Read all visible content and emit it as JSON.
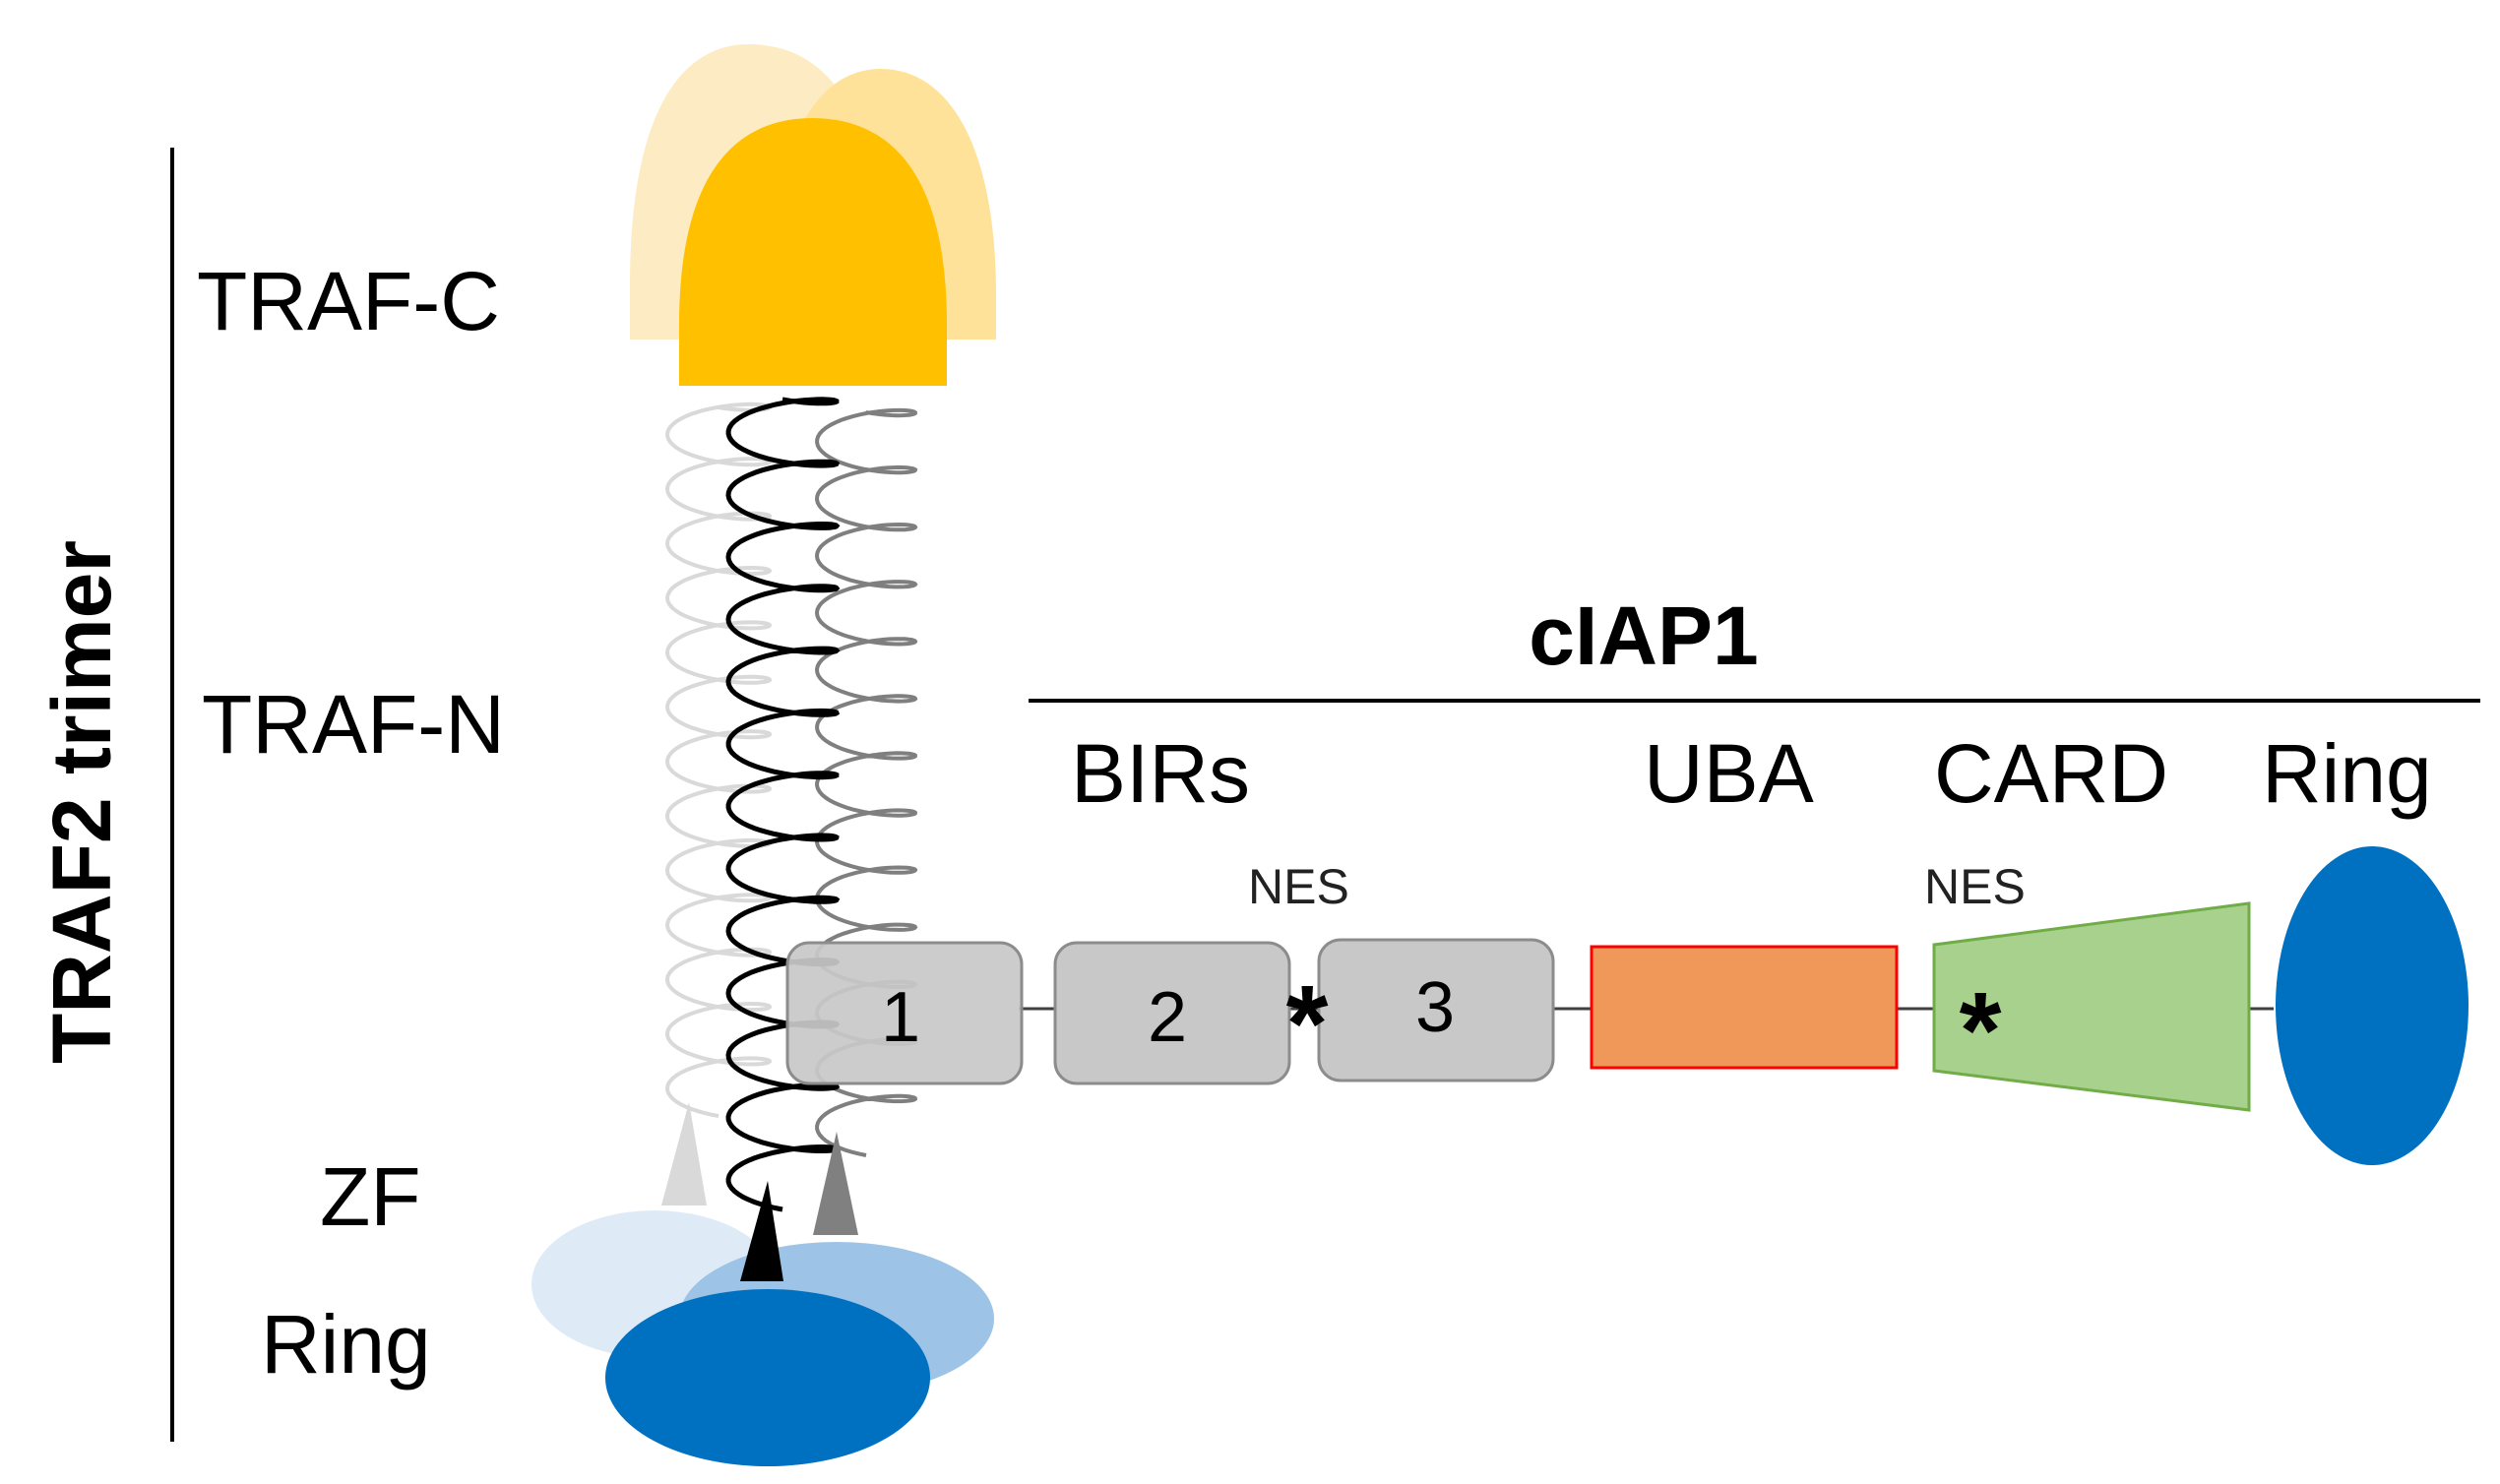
{
  "traf2": {
    "title": "TRAF2 trimer",
    "domains": {
      "traf_c": "TRAF-C",
      "traf_n": "TRAF-N",
      "zf": "ZF",
      "ring": "Ring"
    }
  },
  "ciap1": {
    "title": "cIAP1",
    "domains": {
      "birs": "BIRs",
      "uba": "UBA",
      "card": "CARD",
      "ring": "Ring"
    },
    "bir_numbers": [
      "1",
      "2",
      "3"
    ],
    "nes_labels": [
      "NES",
      "NES"
    ],
    "nes_marker": "*"
  },
  "colors": {
    "traf_c": "#ffc000",
    "traf_c_light1": "#ffe29a",
    "traf_c_light2": "#fdecc3",
    "ring_blue": "#0070c0",
    "ring_blue_mid": "#9dc3e6",
    "ring_blue_light": "#deebf7",
    "bir_gray": "#c8c8c8",
    "uba_orange": "#f0985a",
    "uba_border": "#ff0000",
    "card_green": "#a9d18e"
  }
}
